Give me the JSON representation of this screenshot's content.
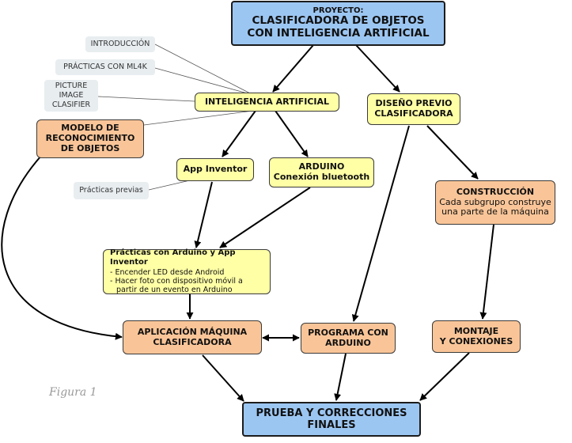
{
  "project": {
    "line1": "PROYECTO:",
    "line2": "CLASIFICADORA DE OBJETOS",
    "line3": "CON INTELIGENCIA ARTIFICIAL"
  },
  "notes": {
    "intro": "INTRODUCCIÓN",
    "ml4k": "PRÁCTICAS CON ML4K",
    "picture_1": "PICTURE",
    "picture_2": "IMAGE",
    "picture_3": "CLASIFIER",
    "previas": "Prácticas previas"
  },
  "ia": "INTELIGENCIA ARTIFICIAL",
  "modelo": {
    "line1": "MODELO DE",
    "line2": "RECONOCIMIENTO",
    "line3": "DE OBJETOS"
  },
  "diseno": {
    "line1": "DISEÑO PREVIO",
    "line2": "CLASIFICADORA"
  },
  "app_inventor": "App Inventor",
  "arduino": {
    "line1": "ARDUINO",
    "line2": "Conexión bluetooth"
  },
  "construccion": {
    "title": "CONSTRUCCIÓN",
    "line1": "Cada subgrupo construye",
    "line2": "una parte de la máquina"
  },
  "practicas": {
    "title": "Prácticas con Arduino y App Inventor",
    "line1": "- Encender LED desde Android",
    "line2": "- Hacer foto con dispositivo móvil a",
    "line3": "partir de un evento en Arduino"
  },
  "aplicacion": {
    "line1": "APLICACIÓN MÁQUINA",
    "line2": "CLASIFICADORA"
  },
  "programa": {
    "line1": "PROGRAMA CON",
    "line2": "ARDUINO"
  },
  "montaje": {
    "line1": "MONTAJE",
    "line2": "Y CONEXIONES"
  },
  "prueba": {
    "line1": "PRUEBA Y CORRECCIONES",
    "line2": "FINALES"
  },
  "figure_caption": "Figura 1"
}
